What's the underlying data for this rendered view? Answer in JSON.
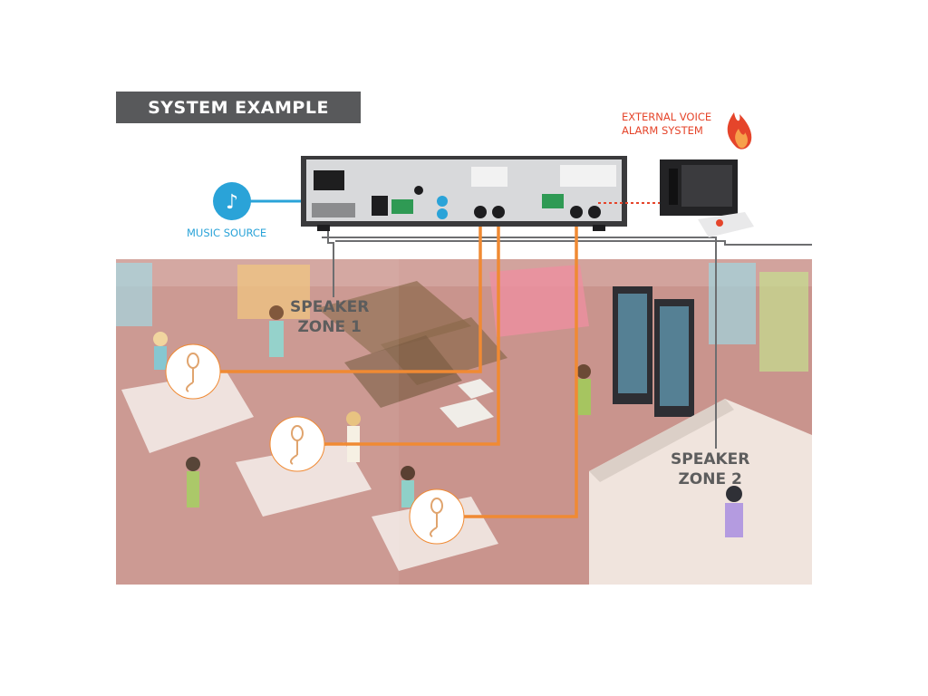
{
  "title": "SYSTEM EXAMPLE",
  "external_voice_alarm": {
    "line1": "EXTERNAL VOICE",
    "line2": "ALARM SYSTEM"
  },
  "music_source": {
    "label": "MUSIC SOURCE"
  },
  "zones": [
    {
      "line1": "SPEAKER",
      "line2": "ZONE 1"
    },
    {
      "line1": "SPEAKER",
      "line2": "ZONE 2"
    }
  ],
  "colors": {
    "banner": "#58595b",
    "alarm_text": "#e5452b",
    "music_blue": "#2aa3d8",
    "mic_cable_orange": "#f08a33",
    "speaker_line_gray": "#6d6e70",
    "floor": "#c9948d"
  },
  "icons": {
    "music": "music-note-icon",
    "alarm": "flame-icon",
    "mic": "microphone-icon"
  }
}
